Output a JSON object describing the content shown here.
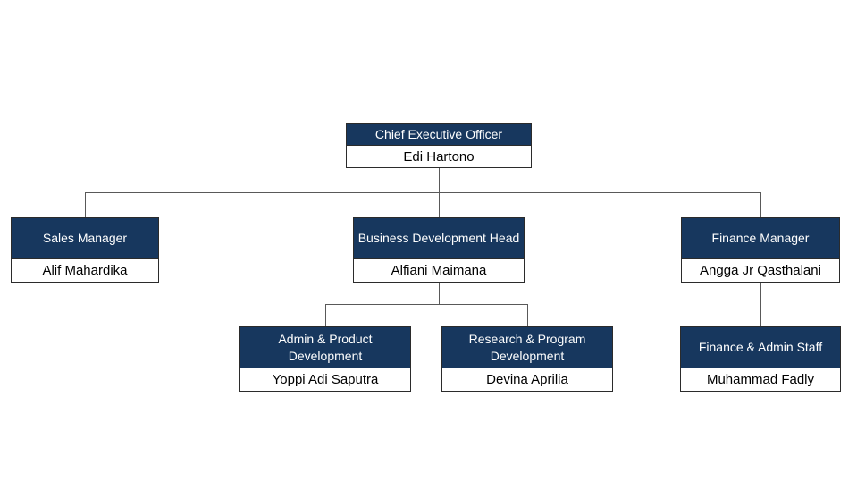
{
  "org_chart": {
    "nodes": [
      {
        "id": "ceo",
        "title": "Chief Executive Officer",
        "name": "Edi Hartono",
        "parent": null
      },
      {
        "id": "sales-manager",
        "title": "Sales Manager",
        "name": "Alif Mahardika",
        "parent": "ceo"
      },
      {
        "id": "business-development-head",
        "title": "Business Development Head",
        "name": "Alfiani Maimana",
        "parent": "ceo"
      },
      {
        "id": "finance-manager",
        "title": "Finance Manager",
        "name": "Angga Jr Qasthalani",
        "parent": "ceo"
      },
      {
        "id": "admin-product-development",
        "title": "Admin & Product Development",
        "name": "Yoppi Adi Saputra",
        "parent": "business-development-head"
      },
      {
        "id": "research-program-development",
        "title": "Research & Program Development",
        "name": "Devina Aprilia",
        "parent": "business-development-head"
      },
      {
        "id": "finance-admin-staff",
        "title": "Finance & Admin Staff",
        "name": "Muhammad Fadly",
        "parent": "finance-manager"
      }
    ]
  },
  "colors": {
    "page-bg": "#ffffff",
    "header-bg": "#17375E",
    "header-text": "#ffffff",
    "name-text": "#000000",
    "box-border": "#2b2b2b",
    "connector": "#595959"
  }
}
